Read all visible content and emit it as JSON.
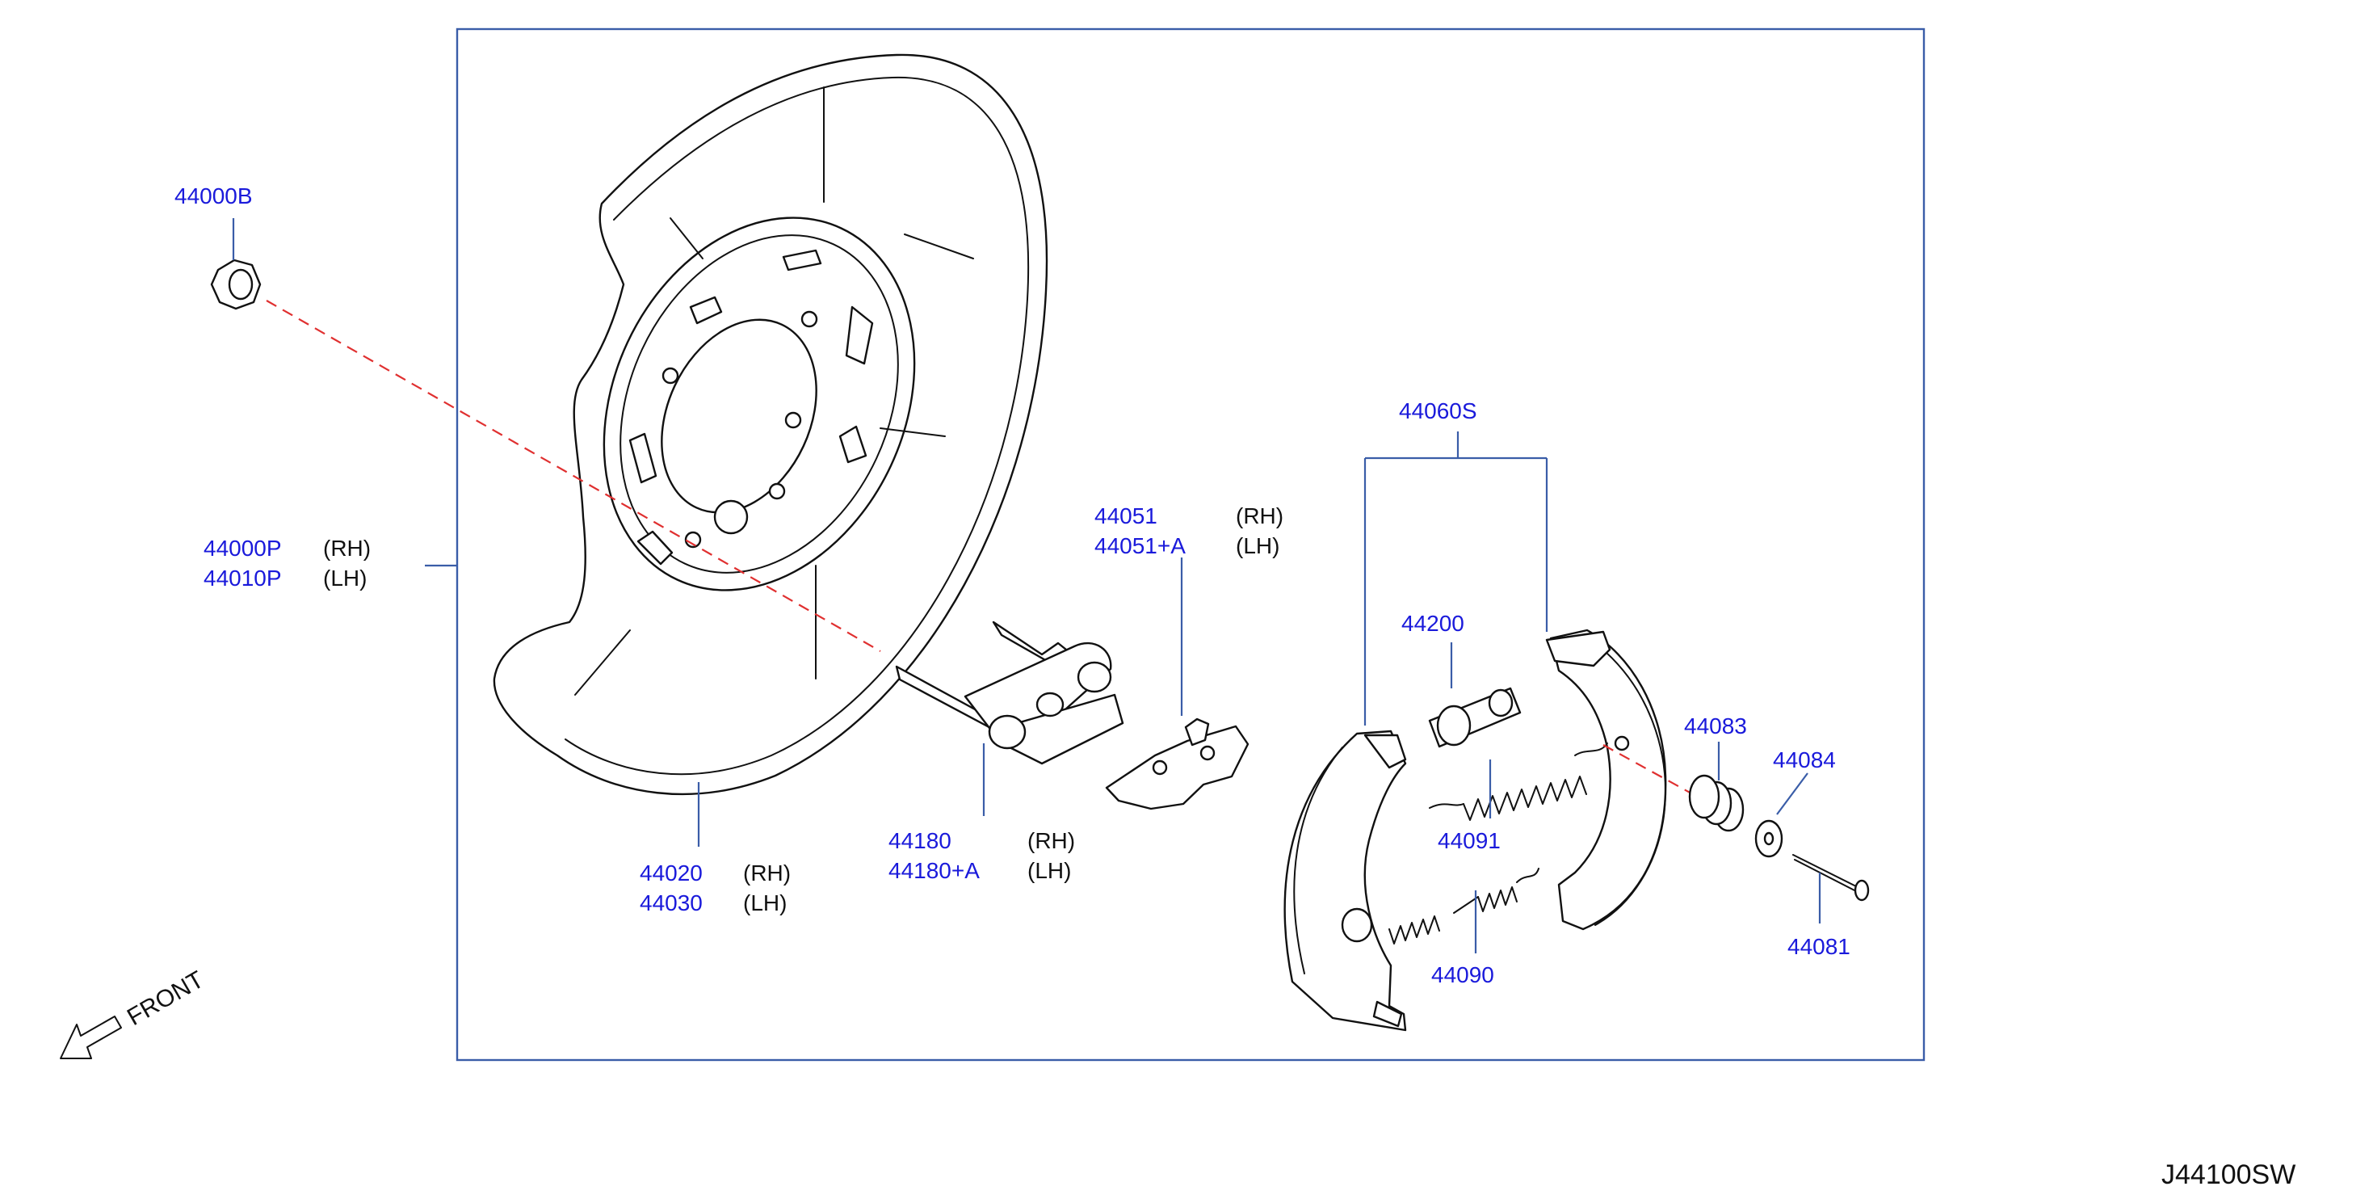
{
  "colors": {
    "part_number": "#1a1adb",
    "leader_line": "#3a5da8",
    "dashed_axis": "#e03030",
    "outline": "#111111"
  },
  "labels": {
    "p44000B": "44000B",
    "p44000P": "44000P",
    "p44000P_side": "(RH)",
    "p44010P": "44010P",
    "p44010P_side": "(LH)",
    "p44020": "44020",
    "p44020_side": "(RH)",
    "p44030": "44030",
    "p44030_side": "(LH)",
    "p44180": "44180",
    "p44180_side": "(RH)",
    "p44180A": "44180+A",
    "p44180A_side": "(LH)",
    "p44051": "44051",
    "p44051_side": "(RH)",
    "p44051A": "44051+A",
    "p44051A_side": "(LH)",
    "p44060S": "44060S",
    "p44200": "44200",
    "p44091": "44091",
    "p44090": "44090",
    "p44083": "44083",
    "p44084": "44084",
    "p44081": "44081"
  },
  "front_label": "FRONT",
  "diagram_ref": "J44100SW"
}
